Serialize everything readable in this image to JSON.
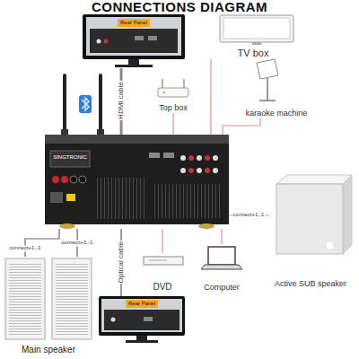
{
  "diagram": {
    "title": "CONNECTIONS DIAGRAM",
    "nodes": [
      {
        "text": [
          "Rear Panel"
        ]
      },
      {
        "text": [
          "TV box"
        ]
      },
      {
        "text": [
          "Top box"
        ]
      },
      {
        "text": [
          "karaoke machine"
        ]
      },
      {
        "text": [
          "SINGTRONIC"
        ]
      },
      {
        "text": [
          "Active SUB speaker"
        ]
      },
      {
        "text": [
          "DVD"
        ]
      },
      {
        "text": [
          "Computer"
        ]
      },
      {
        "text": [
          "Rear Panel"
        ]
      },
      {
        "text": [
          "Main speaker"
        ]
      }
    ],
    "edges": [
      {
        "from": 0,
        "to": 4,
        "arrow": "none",
        "label": "HDMI cable"
      },
      {
        "from": 1,
        "to": 4,
        "arrow": "none"
      },
      {
        "from": 2,
        "to": 4,
        "arrow": "none"
      },
      {
        "from": 3,
        "to": 4,
        "arrow": "none"
      },
      {
        "from": 4,
        "to": 5,
        "arrow": "none",
        "label": "connect+1,-1"
      },
      {
        "from": 6,
        "to": 4,
        "arrow": "none"
      },
      {
        "from": 7,
        "to": 4,
        "arrow": "none"
      },
      {
        "from": 4,
        "to": 8,
        "arrow": "none",
        "label": "Optical cable"
      },
      {
        "from": 9,
        "to": 4,
        "arrow": "none",
        "label": "connect+1,-1"
      },
      {
        "from": 9,
        "to": 4,
        "arrow": "none",
        "label": "connect+1,-1"
      }
    ]
  }
}
